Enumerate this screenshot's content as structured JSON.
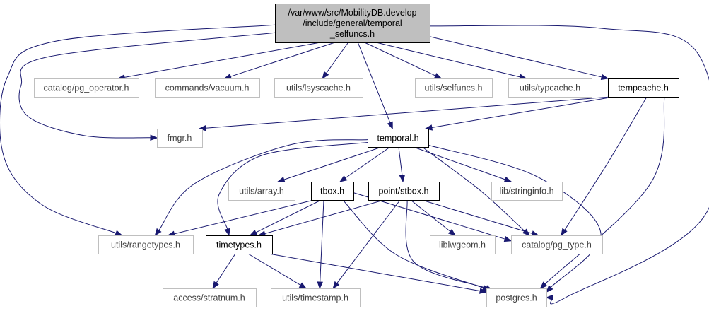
{
  "colors": {
    "edge": "#191970",
    "root_fill": "#bfbfbf",
    "system_border": "#bfbfbf",
    "local_border": "#000000"
  },
  "nodes": [
    {
      "id": "root",
      "kind": "root",
      "lines": [
        "/var/www/src/MobilityDB.develop",
        "/include/general/temporal",
        "_selfuncs.h"
      ]
    },
    {
      "id": "pg_operator",
      "kind": "system",
      "lines": [
        "catalog/pg_operator.h"
      ]
    },
    {
      "id": "vacuum",
      "kind": "system",
      "lines": [
        "commands/vacuum.h"
      ]
    },
    {
      "id": "lsyscache",
      "kind": "system",
      "lines": [
        "utils/lsyscache.h"
      ]
    },
    {
      "id": "selfuncs",
      "kind": "system",
      "lines": [
        "utils/selfuncs.h"
      ]
    },
    {
      "id": "typcache",
      "kind": "system",
      "lines": [
        "utils/typcache.h"
      ]
    },
    {
      "id": "tempcache",
      "kind": "local",
      "lines": [
        "tempcache.h"
      ]
    },
    {
      "id": "fmgr",
      "kind": "system",
      "lines": [
        "fmgr.h"
      ]
    },
    {
      "id": "temporal",
      "kind": "local",
      "lines": [
        "temporal.h"
      ]
    },
    {
      "id": "array",
      "kind": "system",
      "lines": [
        "utils/array.h"
      ]
    },
    {
      "id": "tbox",
      "kind": "local",
      "lines": [
        "tbox.h"
      ]
    },
    {
      "id": "stbox",
      "kind": "local",
      "lines": [
        "point/stbox.h"
      ]
    },
    {
      "id": "stringinfo",
      "kind": "system",
      "lines": [
        "lib/stringinfo.h"
      ]
    },
    {
      "id": "rangetypes",
      "kind": "system",
      "lines": [
        "utils/rangetypes.h"
      ]
    },
    {
      "id": "timetypes",
      "kind": "local",
      "lines": [
        "timetypes.h"
      ]
    },
    {
      "id": "liblwgeom",
      "kind": "system",
      "lines": [
        "liblwgeom.h"
      ]
    },
    {
      "id": "pg_type",
      "kind": "system",
      "lines": [
        "catalog/pg_type.h"
      ]
    },
    {
      "id": "stratnum",
      "kind": "system",
      "lines": [
        "access/stratnum.h"
      ]
    },
    {
      "id": "timestamp",
      "kind": "system",
      "lines": [
        "utils/timestamp.h"
      ]
    },
    {
      "id": "postgres",
      "kind": "system",
      "lines": [
        "postgres.h"
      ]
    }
  ],
  "edges": [
    [
      "root",
      "pg_operator"
    ],
    [
      "root",
      "vacuum"
    ],
    [
      "root",
      "lsyscache"
    ],
    [
      "root",
      "selfuncs"
    ],
    [
      "root",
      "typcache"
    ],
    [
      "root",
      "tempcache"
    ],
    [
      "root",
      "fmgr"
    ],
    [
      "root",
      "temporal"
    ],
    [
      "root",
      "rangetypes"
    ],
    [
      "root",
      "postgres"
    ],
    [
      "tempcache",
      "fmgr"
    ],
    [
      "tempcache",
      "temporal"
    ],
    [
      "tempcache",
      "pg_type"
    ],
    [
      "tempcache",
      "postgres"
    ],
    [
      "temporal",
      "array"
    ],
    [
      "temporal",
      "tbox"
    ],
    [
      "temporal",
      "stbox"
    ],
    [
      "temporal",
      "stringinfo"
    ],
    [
      "temporal",
      "rangetypes"
    ],
    [
      "temporal",
      "timetypes"
    ],
    [
      "temporal",
      "pg_type"
    ],
    [
      "temporal",
      "postgres"
    ],
    [
      "tbox",
      "rangetypes"
    ],
    [
      "tbox",
      "timetypes"
    ],
    [
      "tbox",
      "timestamp"
    ],
    [
      "tbox",
      "pg_type"
    ],
    [
      "tbox",
      "postgres"
    ],
    [
      "stbox",
      "timetypes"
    ],
    [
      "stbox",
      "liblwgeom"
    ],
    [
      "stbox",
      "pg_type"
    ],
    [
      "stbox",
      "timestamp"
    ],
    [
      "stbox",
      "postgres"
    ],
    [
      "timetypes",
      "stratnum"
    ],
    [
      "timetypes",
      "timestamp"
    ],
    [
      "timetypes",
      "postgres"
    ]
  ]
}
